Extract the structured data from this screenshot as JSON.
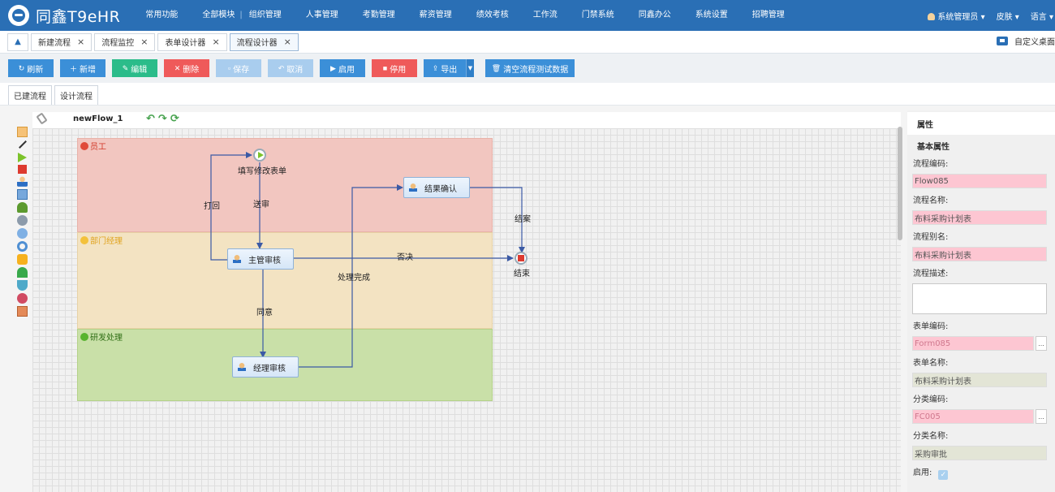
{
  "app": {
    "logo_text": "同鑫T9eHR"
  },
  "nav": {
    "items": [
      "常用功能",
      "全部模块",
      "组织管理",
      "人事管理",
      "考勤管理",
      "薪资管理",
      "绩效考核",
      "工作流",
      "门禁系统",
      "同鑫办公",
      "系统设置",
      "招聘管理"
    ],
    "separator": "|",
    "user": "系统管理员 ▾",
    "skin": "皮肤 ▾",
    "language": "语言 ▾"
  },
  "tabs": {
    "items": [
      {
        "label": "新建流程",
        "close": "×"
      },
      {
        "label": "流程监控",
        "close": "×"
      },
      {
        "label": "表单设计器",
        "close": "×"
      },
      {
        "label": "流程设计器",
        "close": "×"
      }
    ],
    "custom_desktop": "自定义桌面"
  },
  "toolbar": {
    "refresh": "刷新",
    "add": "新增",
    "edit": "编辑",
    "delete": "删除",
    "save": "保存",
    "cancel": "取消",
    "enable": "启用",
    "disable": "停用",
    "export": "导出",
    "clear": "清空流程测试数据"
  },
  "subtabs": [
    "已建流程",
    "设计流程"
  ],
  "flow": {
    "name": "newFlow_1",
    "lanes": [
      {
        "label": "员工",
        "color": "#f2c6c0",
        "dot": "#e04a3a"
      },
      {
        "label": "部门经理",
        "color": "#f3e3c2",
        "dot": "#f3c13b"
      },
      {
        "label": "研发处理",
        "color": "#c9e0a8",
        "dot": "#58b42f"
      }
    ],
    "nodes": {
      "start": "填写修改表单",
      "confirm": "结果确认",
      "supervisor": "主管审核",
      "end": "结束",
      "manager": "经理审核"
    },
    "edges": {
      "return": "打回",
      "submit": "送审",
      "reject": "否决",
      "archive": "结案",
      "done": "处理完成",
      "agree": "同意"
    }
  },
  "properties": {
    "title": "属性",
    "section": "基本属性",
    "flow_code_label": "流程编码:",
    "flow_code": "Flow085",
    "flow_name_label": "流程名称:",
    "flow_name": "布料采购计划表",
    "flow_alias_label": "流程别名:",
    "flow_alias": "布料采购计划表",
    "flow_desc_label": "流程描述:",
    "form_code_label": "表单编码:",
    "form_code": "Form085",
    "form_name_label": "表单名称:",
    "form_name": "布料采购计划表",
    "category_code_label": "分类编码:",
    "category_code": "FC005",
    "category_name_label": "分类名称:",
    "category_name": "采购审批",
    "enabled_label": "启用:",
    "picker": "..."
  }
}
